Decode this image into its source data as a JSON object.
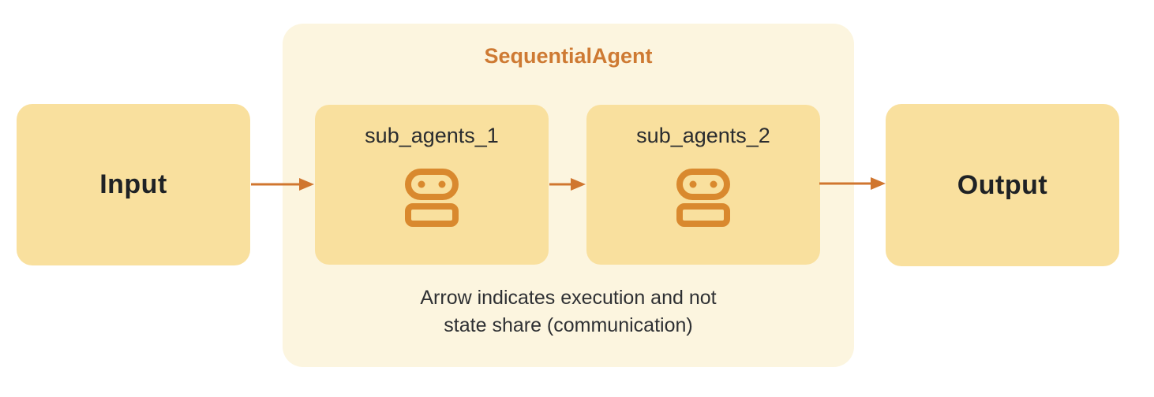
{
  "diagram": {
    "nodes": {
      "input": {
        "label": "Input"
      },
      "output": {
        "label": "Output"
      }
    },
    "sequential_agent": {
      "title": "SequentialAgent",
      "sub_agents": [
        {
          "label": "sub_agents_1",
          "icon": "robot-icon"
        },
        {
          "label": "sub_agents_2",
          "icon": "robot-icon"
        }
      ],
      "caption": {
        "line1": "Arrow indicates execution and not",
        "line2": "state share (communication)"
      }
    },
    "arrows": [
      {
        "from": "input",
        "to": "sub_agents_1"
      },
      {
        "from": "sub_agents_1",
        "to": "sub_agents_2"
      },
      {
        "from": "sub_agents_2",
        "to": "output"
      }
    ],
    "colors": {
      "node_fill": "#F9E09E",
      "container_fill": "#FCF5DF",
      "title_orange": "#CE7A33",
      "arrow_orange": "#D0762F",
      "icon_orange": "#D9892E",
      "text_dark": "#1F2225"
    }
  }
}
